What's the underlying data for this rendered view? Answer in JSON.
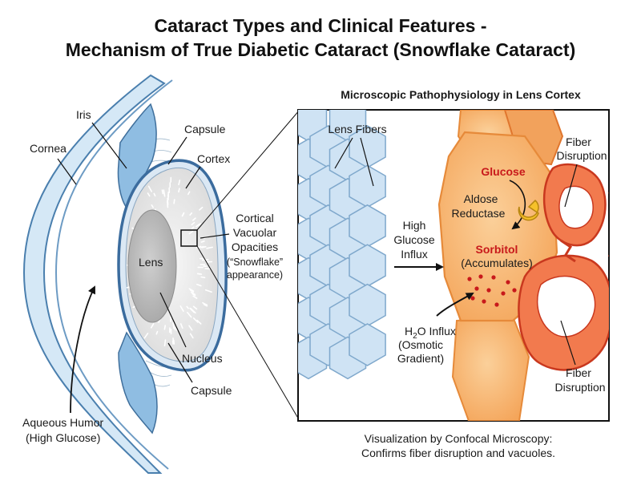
{
  "title_line1": "Cataract Types and Clinical Features -",
  "title_line2": "Mechanism of True Diabetic Cataract (Snowflake Cataract)",
  "eye_labels": {
    "cornea": "Cornea",
    "iris": "Iris",
    "capsule_top": "Capsule",
    "cortex": "Cortex",
    "lens": "Lens",
    "nucleus": "Nucleus",
    "capsule_bottom": "Capsule",
    "aqueous_line1": "Aqueous Humor",
    "aqueous_line2": "(High Glucose)",
    "cvo_line1": "Cortical",
    "cvo_line2": "Vacuolar",
    "cvo_line3": "Opacities",
    "cvo_line4": "(“Snowflake”",
    "cvo_line5": "appearance)"
  },
  "micro": {
    "heading": "Microscopic Pathophysiology in Lens Cortex",
    "lens_fibers": "Lens Fibers",
    "influx_line1": "High",
    "influx_line2": "Glucose",
    "influx_line3": "Influx",
    "glucose": "Glucose",
    "aldose_line1": "Aldose",
    "aldose_line2": "Reductase",
    "sorbitol": "Sorbitol",
    "accumulates": "(Accumulates)",
    "h2o_prefix": "H",
    "h2o_sub": "2",
    "h2o_suffix": "O Influx",
    "osmotic_line1": "(Osmotic",
    "osmotic_line2": "Gradient)",
    "fd_top_line1": "Fiber",
    "fd_top_line2": "Disruption",
    "fd_bottom_line1": "Fiber",
    "fd_bottom_line2": "Disruption"
  },
  "footer_line1": "Visualization by Confocal Microscopy:",
  "footer_line2": "Confirms fiber disruption and vacuoles.",
  "colors": {
    "fiber_blue": "#cfe3f4",
    "fiber_stroke": "#7fa8cc",
    "cell_orange": "#f7b46d",
    "cell_red": "#e4542c",
    "glucose_red": "#c8191b",
    "enzyme_yellow": "#f6c12a"
  }
}
